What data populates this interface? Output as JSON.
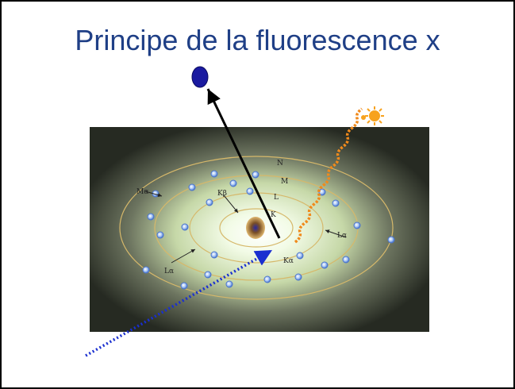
{
  "slide": {
    "title": "Principe de la fluorescence x"
  },
  "diagram": {
    "shell_labels": [
      "N",
      "M",
      "L",
      "K"
    ],
    "transition_labels": [
      "Mα",
      "Kβ",
      "Lα",
      "Lα",
      "Kα"
    ],
    "colors": {
      "title": "#1f3f86",
      "incident_photon": "#1a2fd0",
      "ejected_electron": "#1a1aa0",
      "emitted_photon": "#f08a1c",
      "electron": "#5e87d8",
      "orbit": "#d6b86a",
      "nucleus": "#5a3a1a"
    },
    "icons": [
      "electron-icon",
      "nucleus-icon",
      "photon-icon",
      "sun-icon"
    ]
  }
}
